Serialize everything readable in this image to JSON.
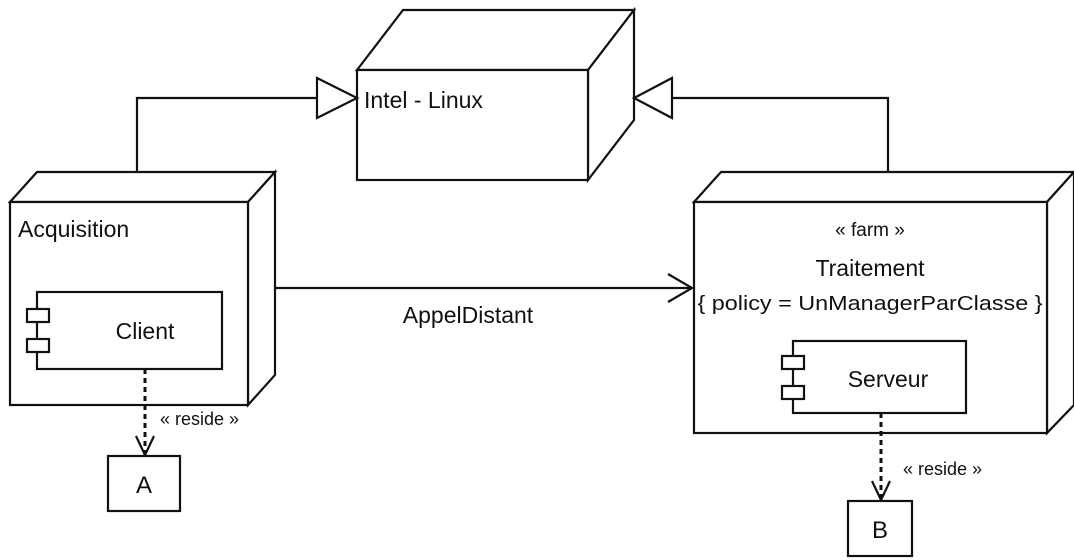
{
  "nodes": {
    "intel": {
      "label": "Intel - Linux"
    },
    "acquisition": {
      "label": "Acquisition"
    },
    "traitement": {
      "stereotype": "« farm »",
      "label": "Traitement",
      "constraint": "{ policy = UnManagerParClasse }"
    }
  },
  "components": {
    "client": {
      "label": "Client"
    },
    "serveur": {
      "label": "Serveur"
    }
  },
  "artifacts": {
    "a": {
      "label": "A"
    },
    "b": {
      "label": "B"
    }
  },
  "associations": {
    "appel": {
      "label": "AppelDistant"
    }
  },
  "dependencies": {
    "reside_left": {
      "label": "« reside »"
    },
    "reside_right": {
      "label": "« reside »"
    }
  },
  "colors": {
    "stroke": "#111111",
    "fill": "#ffffff"
  }
}
